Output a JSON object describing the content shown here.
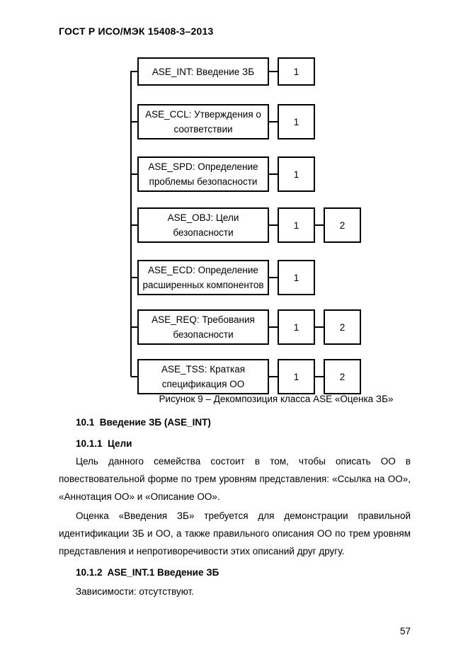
{
  "page": {
    "header": "ГОСТ Р ИСО/МЭК 15408-3–2013",
    "page_number": "57"
  },
  "figure": {
    "caption": "Рисунок 9 – Декомпозиция класса ASE «Оценка ЗБ»",
    "rows": [
      {
        "line1": "ASE_INT: Введение ЗБ",
        "line2": "",
        "boxes": [
          "1"
        ]
      },
      {
        "line1": "ASE_CCL: Утверждения о",
        "line2": "соответствии",
        "boxes": [
          "1"
        ]
      },
      {
        "line1": "ASE_SPD: Определение",
        "line2": "проблемы безопасности",
        "boxes": [
          "1"
        ]
      },
      {
        "line1": "ASE_OBJ: Цели",
        "line2": "безопасности",
        "boxes": [
          "1",
          "2"
        ]
      },
      {
        "line1": "ASE_ECD: Определение",
        "line2": "расширенных компонентов",
        "boxes": [
          "1"
        ]
      },
      {
        "line1": "ASE_REQ: Требования",
        "line2": "безопасности",
        "boxes": [
          "1",
          "2"
        ]
      },
      {
        "line1": "ASE_TSS: Краткая",
        "line2": "спецификация ОО",
        "boxes": [
          "1",
          "2"
        ]
      }
    ]
  },
  "sections": {
    "h1": "10.1  Введение ЗБ (ASE_INT)",
    "h2": "10.1.1  Цели",
    "p1": "Цель данного семейства состоит в том, чтобы описать ОО в повествовательной форме по трем уровням представления: «Ссылка на ОО», «Аннотация ОО» и «Описание ОО».",
    "p2": "Оценка «Введения ЗБ» требуется для демонстрации правильной идентификации ЗБ и ОО, а также правильного описания ОО по трем уровням представления и непротиворечивости этих описаний друг другу.",
    "h3": "10.1.2  ASE_INT.1 Введение ЗБ",
    "p3": "Зависимости: отсутствуют."
  }
}
